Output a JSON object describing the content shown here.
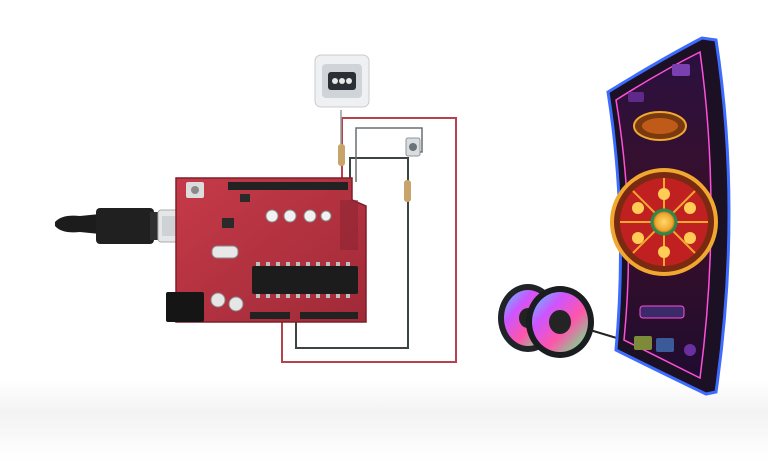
{
  "colors": {
    "board": "#b3303f",
    "board_dark": "#7e1f2b",
    "wire_red": "#b5424c",
    "wire_dark": "#3d4540",
    "cabinet_frame": "#1b1024",
    "neon_blue": "#3d6cff",
    "neon_pink": "#ff4fd8",
    "wheel_gold": "#f0a830",
    "wheel_red": "#c02020"
  },
  "icons": {
    "usb": "usb-cable-icon",
    "fingerprint": "fingerprint-sensor-icon",
    "button": "push-button-icon",
    "led": "led-strip-icon"
  },
  "components": [
    {
      "name": "arduino-board"
    },
    {
      "name": "usb-cable"
    },
    {
      "name": "fingerprint-sensor"
    },
    {
      "name": "push-button"
    },
    {
      "name": "led-strip-reels"
    },
    {
      "name": "slot-machine-cabinet"
    }
  ]
}
